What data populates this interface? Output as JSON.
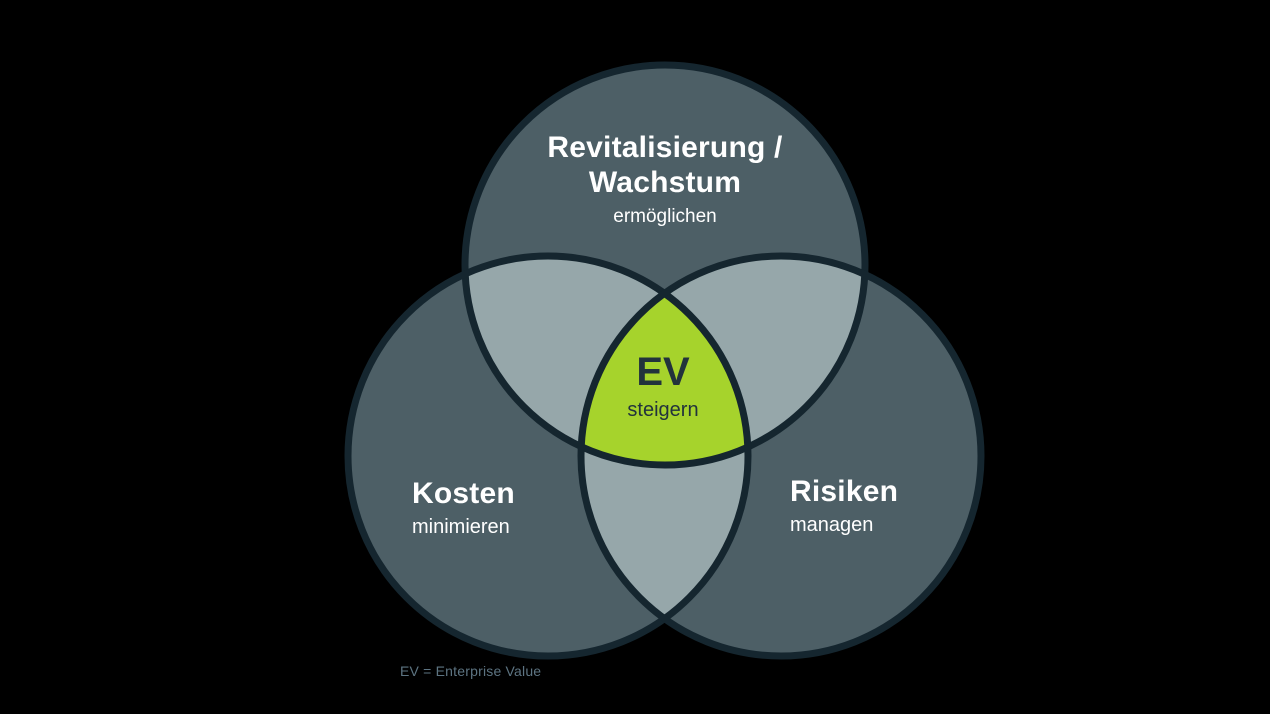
{
  "diagram": {
    "type": "venn-3-circles",
    "top_circle": {
      "line1": "Revitalisierung /",
      "line2": "Wachstum",
      "sub": "ermöglichen"
    },
    "left_circle": {
      "title": "Kosten",
      "sub": "minimieren"
    },
    "right_circle": {
      "title": "Risiken",
      "sub": "managen"
    },
    "center_intersection": {
      "title": "EV",
      "sub": "steigern"
    },
    "footnote": "EV = Enterprise Value"
  },
  "colors": {
    "background": "#000000",
    "circle_fill": "#4d5f66",
    "overlap_fill": "#96a7aa",
    "center_fill": "#a6d32c",
    "outline": "#15262f",
    "text_light": "#ffffff",
    "text_dark": "#22333c",
    "footnote_text": "#5d7482"
  }
}
